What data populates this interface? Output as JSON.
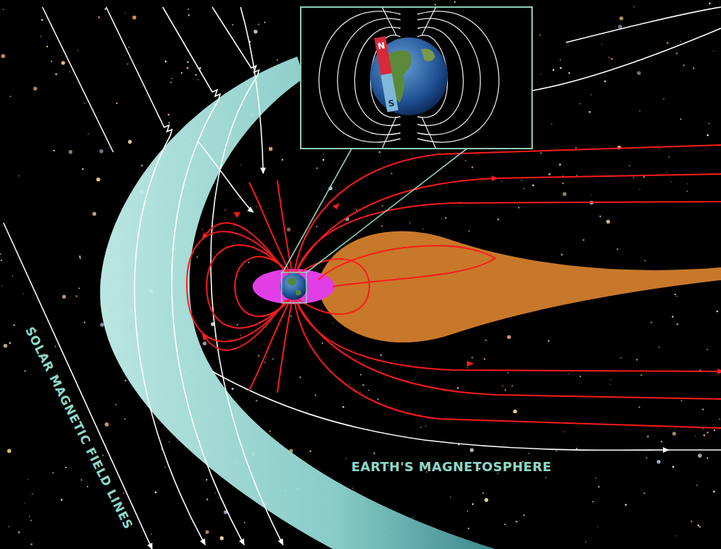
{
  "diagram": {
    "labels": [
      "SOLAR MAGNETIC FIELD LINES",
      "EARTH'S MAGNETOSPHERE",
      "N",
      "S"
    ]
  }
}
